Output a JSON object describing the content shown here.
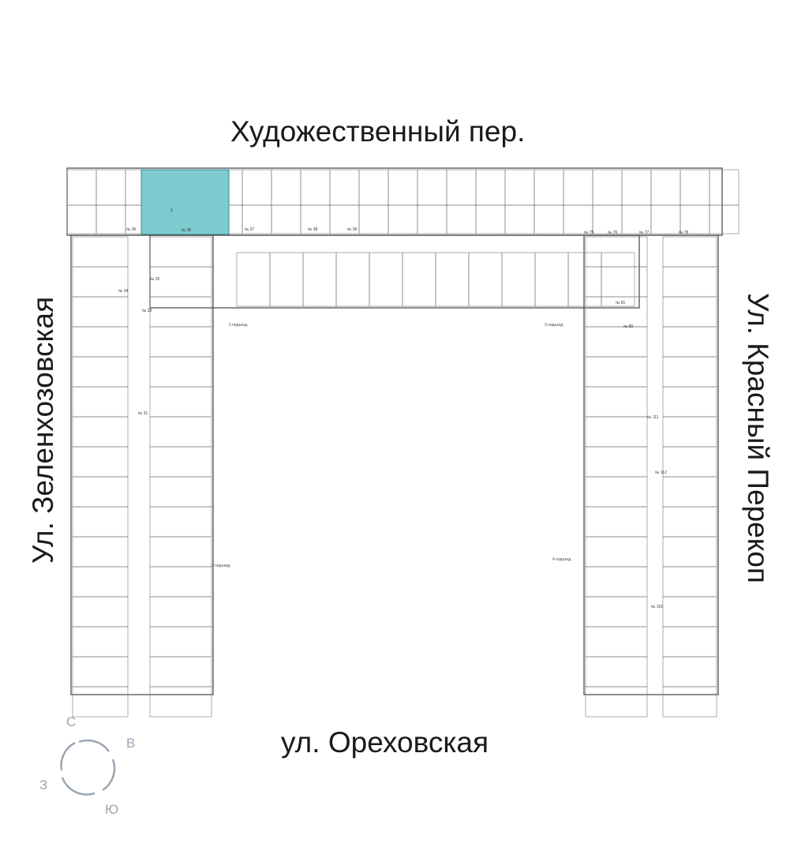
{
  "streets": {
    "top": "Художественный пер.",
    "bottom": "ул. Ореховская",
    "left": "Ул. Зеленхозовская",
    "right": "Ул. Красный Перекоп"
  },
  "compass": {
    "north": "С",
    "east": "В",
    "south": "Ю",
    "west": "З"
  },
  "entrances": [
    "1 подъезд",
    "2 подъезд",
    "3 подъезд",
    "4 подъезд"
  ],
  "highlighted_apartment": {
    "number": "№ 36",
    "rooms": "2",
    "color": "#7ecbd0"
  },
  "apartment_numbers": [
    "№ 35",
    "№ 37",
    "№ 38",
    "№ 39",
    "№ 75",
    "№ 76",
    "№ 77",
    "№ 78",
    "№ 34",
    "№ 33",
    "№ 32",
    "№ 31",
    "№ 80",
    "№ 81",
    "№ 111",
    "№ 112",
    "№ 116"
  ]
}
